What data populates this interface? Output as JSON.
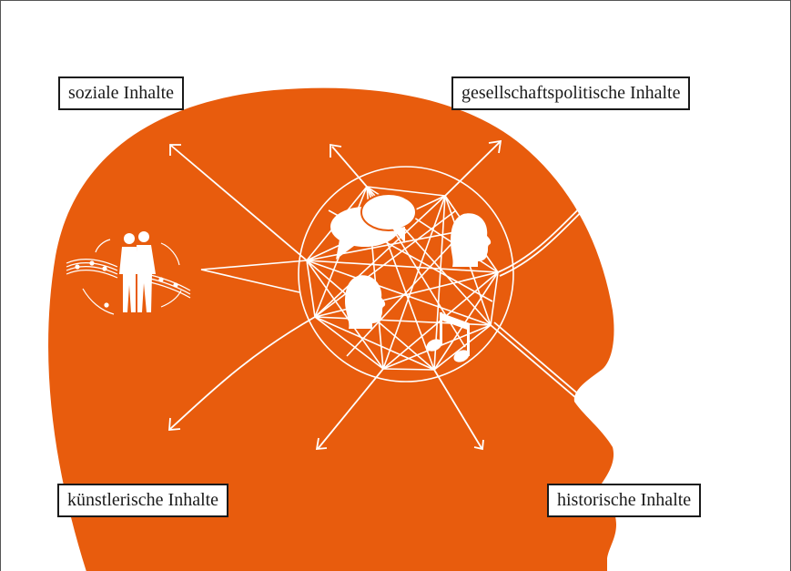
{
  "labels": {
    "social": "soziale Inhalte",
    "socio_political": "gesellschaftspolitische Inhalte",
    "artistic": "künstlerische Inhalte",
    "historical": "historische Inhalte"
  },
  "colors": {
    "head": "#e85c0d",
    "lines": "#ffffff",
    "background": "#ffffff",
    "label_border": "#1a1a1a"
  },
  "icons": [
    "two-people-icon",
    "music-notes-icon",
    "speech-bubbles-icon",
    "head-profile-icon",
    "head-profile-icon",
    "music-note-icon"
  ]
}
